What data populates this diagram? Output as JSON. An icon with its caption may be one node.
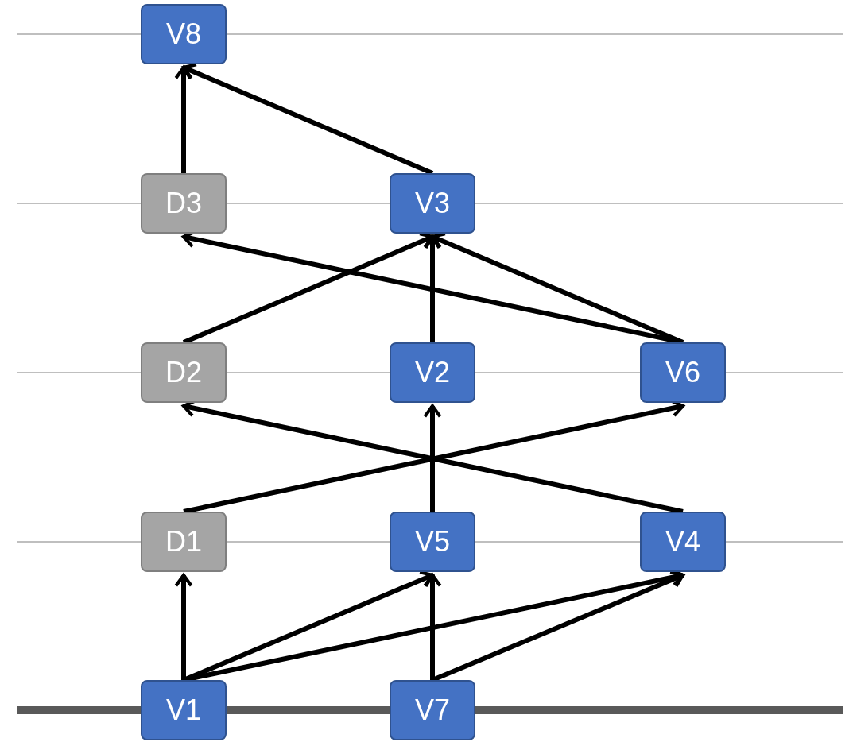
{
  "diagram": {
    "nodes": [
      {
        "text": [
          "V8"
        ]
      },
      {
        "text": [
          "D3"
        ]
      },
      {
        "text": [
          "V3"
        ]
      },
      {
        "text": [
          "D2"
        ]
      },
      {
        "text": [
          "V2"
        ]
      },
      {
        "text": [
          "V6"
        ]
      },
      {
        "text": [
          "D1"
        ]
      },
      {
        "text": [
          "V5"
        ]
      },
      {
        "text": [
          "V4"
        ]
      },
      {
        "text": [
          "V1"
        ]
      },
      {
        "text": [
          "V7"
        ]
      }
    ],
    "edges": [
      {
        "from": 1,
        "to": 0,
        "arrow": "to"
      },
      {
        "from": 2,
        "to": 0,
        "arrow": "to"
      },
      {
        "from": 3,
        "to": 2,
        "arrow": "to"
      },
      {
        "from": 4,
        "to": 2,
        "arrow": "to"
      },
      {
        "from": 5,
        "to": 2,
        "arrow": "to"
      },
      {
        "from": 5,
        "to": 1,
        "arrow": "to"
      },
      {
        "from": 8,
        "to": 3,
        "arrow": "to"
      },
      {
        "from": 6,
        "to": 5,
        "arrow": "to"
      },
      {
        "from": 7,
        "to": 4,
        "arrow": "to"
      },
      {
        "from": 9,
        "to": 6,
        "arrow": "to"
      },
      {
        "from": 9,
        "to": 7,
        "arrow": "to"
      },
      {
        "from": 9,
        "to": 8,
        "arrow": "to"
      },
      {
        "from": 10,
        "to": 7,
        "arrow": "to"
      },
      {
        "from": 10,
        "to": 8,
        "arrow": "to"
      }
    ]
  }
}
